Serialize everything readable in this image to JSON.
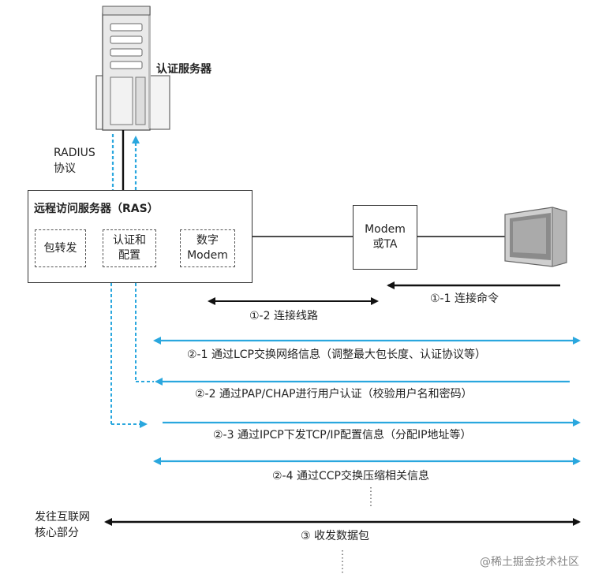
{
  "auth_server": {
    "label": "认证服务器"
  },
  "protocol": {
    "line1": "RADIUS",
    "line2": "协议"
  },
  "ras": {
    "title": "远程访问服务器（RAS）",
    "modules": [
      {
        "line1": "包转发",
        "line2": ""
      },
      {
        "line1": "认证和",
        "line2": "配置"
      },
      {
        "line1": "数字",
        "line2": "Modem"
      }
    ]
  },
  "modem": {
    "line1": "Modem",
    "line2": "或TA"
  },
  "external": {
    "line1": "发往互联网",
    "line2": "核心部分"
  },
  "steps": [
    {
      "label": "①-1 连接命令"
    },
    {
      "label": "①-2 连接线路"
    },
    {
      "label": "②-1 通过LCP交换网络信息（调整最大包长度、认证协议等）"
    },
    {
      "label": "②-2 通过PAP/CHAP进行用户认证（校验用户名和密码）"
    },
    {
      "label": "②-3 通过IPCP下发TCP/IP配置信息（分配IP地址等）"
    },
    {
      "label": "②-4 通过CCP交换压缩相关信息"
    },
    {
      "label": "③ 收发数据包"
    }
  ],
  "watermark": "@稀土掘金技术社区",
  "colors": {
    "accent": "#2aa7de",
    "line": "#111111"
  }
}
